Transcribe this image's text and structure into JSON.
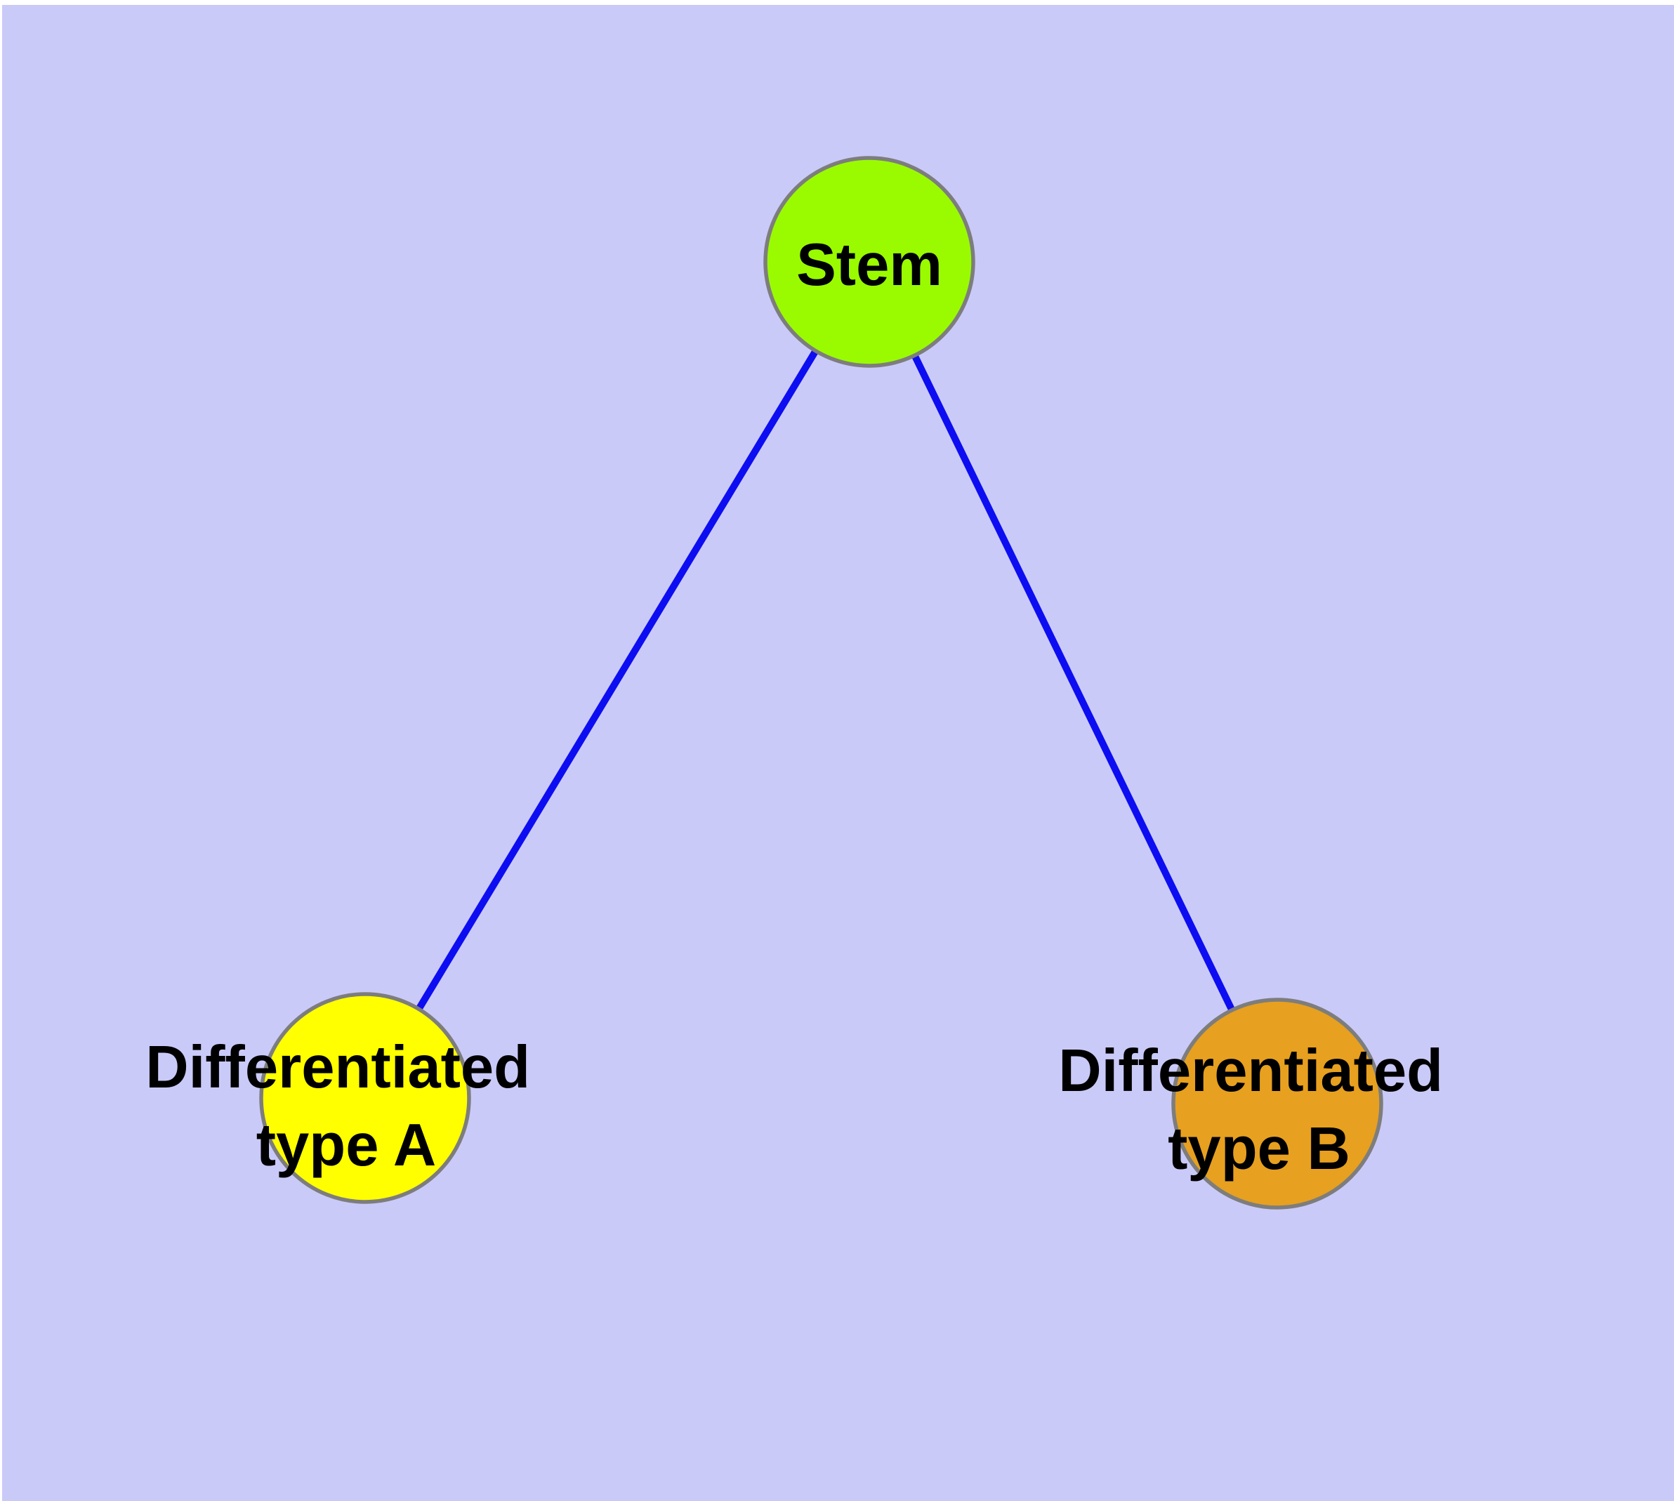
{
  "canvas": {
    "frame_color": "#ffffff",
    "background_color": "#cacaf9"
  },
  "graph": {
    "node_border_color": "#7d7d7d",
    "edge_color": "#0d0df2",
    "label_color": "#000000",
    "nodes": {
      "stem": {
        "label": "Stem",
        "fill": "#9afb00"
      },
      "type_a": {
        "label_line1": "Differentiated",
        "label_line2": "type A",
        "fill": "#ffff00"
      },
      "type_b": {
        "label_line1": "Differentiated",
        "label_line2": "type B",
        "fill": "#e7a01f"
      }
    },
    "edges": [
      {
        "from": "stem",
        "to": "type_a"
      },
      {
        "from": "stem",
        "to": "type_b"
      }
    ]
  }
}
